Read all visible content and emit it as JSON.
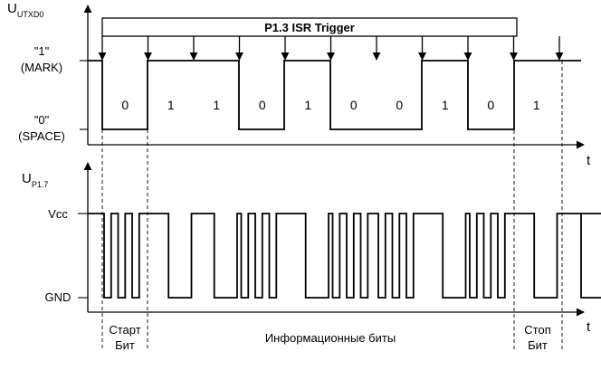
{
  "top": {
    "y_axis_main": "U",
    "y_axis_sub": "UTXD0",
    "isr_label": "P1.3 ISR Trigger",
    "level_one_value": "\"1\"",
    "level_one_name": "(MARK)",
    "level_zero_value": "\"0\"",
    "level_zero_name": "(SPACE)",
    "x_axis": "t",
    "bits": [
      "0",
      "1",
      "1",
      "0",
      "1",
      "0",
      "0",
      "1",
      "0",
      "1"
    ]
  },
  "bottom": {
    "y_axis_main": "U",
    "y_axis_sub": "P1.7",
    "level_high": "Vcc",
    "level_low": "GND",
    "x_axis": "t"
  },
  "footer": {
    "start_line1": "Старт",
    "start_line2": "Бит",
    "data_bits": "Информационные биты",
    "stop_line1": "Стоп",
    "stop_line2": "Бит"
  }
}
